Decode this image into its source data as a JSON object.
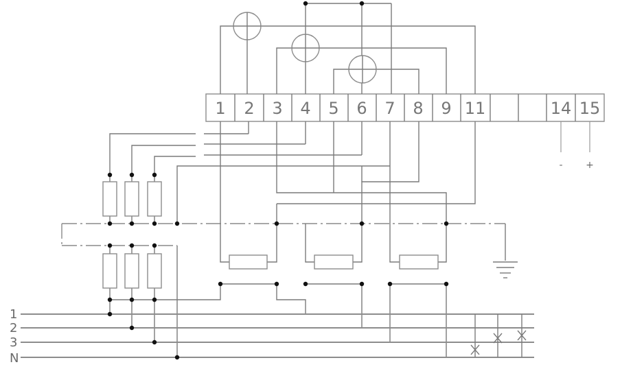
{
  "terminal_strip": {
    "labels": [
      "1",
      "2",
      "3",
      "4",
      "5",
      "6",
      "7",
      "8",
      "9",
      "11",
      "",
      "",
      "14",
      "15"
    ]
  },
  "output_signs": {
    "minus": "-",
    "plus": "+"
  },
  "supply_lines": [
    "1",
    "2",
    "3",
    "N"
  ],
  "colors": {
    "wire": "#7a7a7a",
    "junction": "#111111",
    "background": "#ffffff"
  },
  "icons": [
    "meter-coil-icon",
    "resistor-icon",
    "ground-icon",
    "fuse-icon",
    "junction-dot-icon"
  ]
}
